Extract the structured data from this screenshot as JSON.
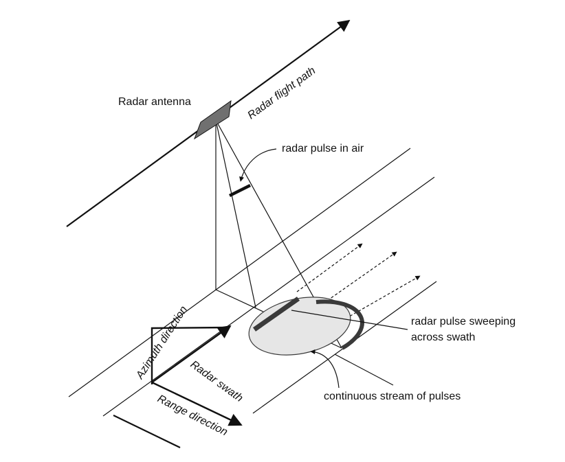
{
  "labels": {
    "radar_antenna": "Radar antenna",
    "radar_flight_path": "Radar flight path",
    "radar_pulse_in_air": "radar pulse in air",
    "radar_pulse_sweeping_line1": "radar pulse sweeping",
    "radar_pulse_sweeping_line2": "across swath",
    "continuous_stream": "continuous stream of pulses",
    "azimuth_direction": "Azimuth direction",
    "radar_swath": "Radar swath",
    "range_direction": "Range direction"
  },
  "colors": {
    "line": "#111111",
    "antenna_fill": "#707070",
    "footprint_fill": "#e6e6e6",
    "footprint_edge": "#3a3a3a",
    "background": "#ffffff"
  }
}
